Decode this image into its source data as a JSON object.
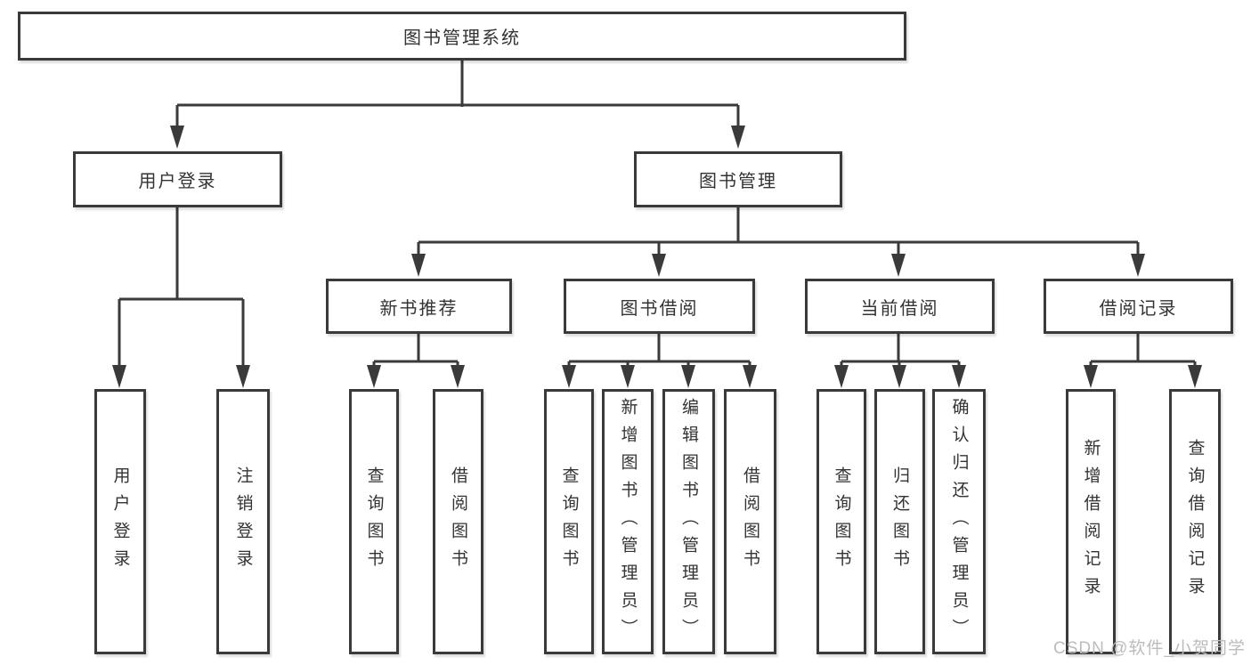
{
  "diagram": {
    "tree": {
      "label": "图书管理系统",
      "children": [
        {
          "label": "用户登录",
          "children": [
            {
              "label": "用户登录"
            },
            {
              "label": "注销登录"
            }
          ]
        },
        {
          "label": "图书管理",
          "children": [
            {
              "label": "新书推荐",
              "children": [
                {
                  "label": "查询图书"
                },
                {
                  "label": "借阅图书"
                }
              ]
            },
            {
              "label": "图书借阅",
              "children": [
                {
                  "label": "查询图书"
                },
                {
                  "label": "新增图书（管理员）"
                },
                {
                  "label": "编辑图书（管理员）"
                },
                {
                  "label": "借阅图书"
                }
              ]
            },
            {
              "label": "当前借阅",
              "children": [
                {
                  "label": "查询图书"
                },
                {
                  "label": "归还图书"
                },
                {
                  "label": "确认归还（管理员）"
                }
              ]
            },
            {
              "label": "借阅记录",
              "children": [
                {
                  "label": "新增借阅记录"
                },
                {
                  "label": "查询借阅记录"
                }
              ]
            }
          ]
        }
      ]
    },
    "watermark": "CSDN @软件_小贺同学",
    "colors": {
      "line": "#3a3a3a",
      "box_border": "#3a3a3a",
      "text": "#333333",
      "watermark": "#bcbcbc",
      "background": "#ffffff"
    }
  }
}
